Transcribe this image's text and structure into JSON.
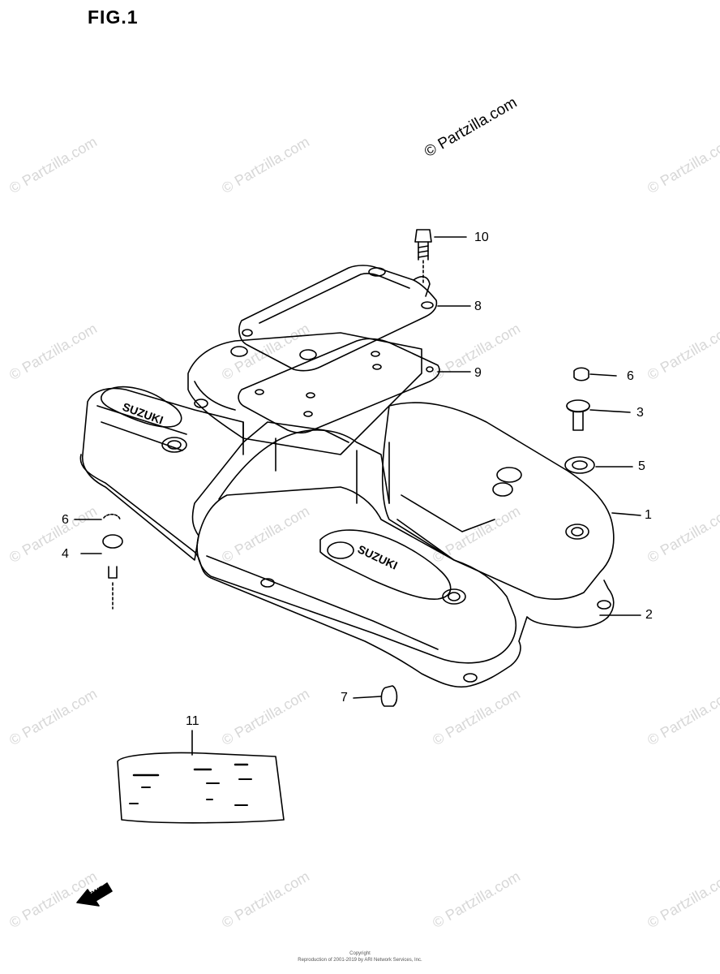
{
  "figure": {
    "title": "FIG.1"
  },
  "watermark": {
    "main_text": "© Partzilla.com",
    "repeated_text": "© Partzilla.com"
  },
  "callouts": [
    {
      "number": "10",
      "part": "bolt"
    },
    {
      "number": "8",
      "part": "breather-cover"
    },
    {
      "number": "9",
      "part": "gasket"
    },
    {
      "number": "6",
      "part": "cap"
    },
    {
      "number": "3",
      "part": "bolt"
    },
    {
      "number": "5",
      "part": "washer"
    },
    {
      "number": "1",
      "part": "cylinder-head-cover"
    },
    {
      "number": "2",
      "part": "head-cover-gasket"
    },
    {
      "number": "6",
      "part": "cap"
    },
    {
      "number": "4",
      "part": "bolt"
    },
    {
      "number": "7",
      "part": "plug"
    },
    {
      "number": "11",
      "part": "label"
    }
  ],
  "fwd_arrow": {
    "label": "FWD"
  },
  "footer": {
    "line1": "Copyright",
    "line2": "Reproduction of 2001-2019 by ARI Network Services, Inc."
  },
  "colors": {
    "line": "#000000",
    "watermark": "#d7d7d7",
    "background": "#ffffff"
  }
}
